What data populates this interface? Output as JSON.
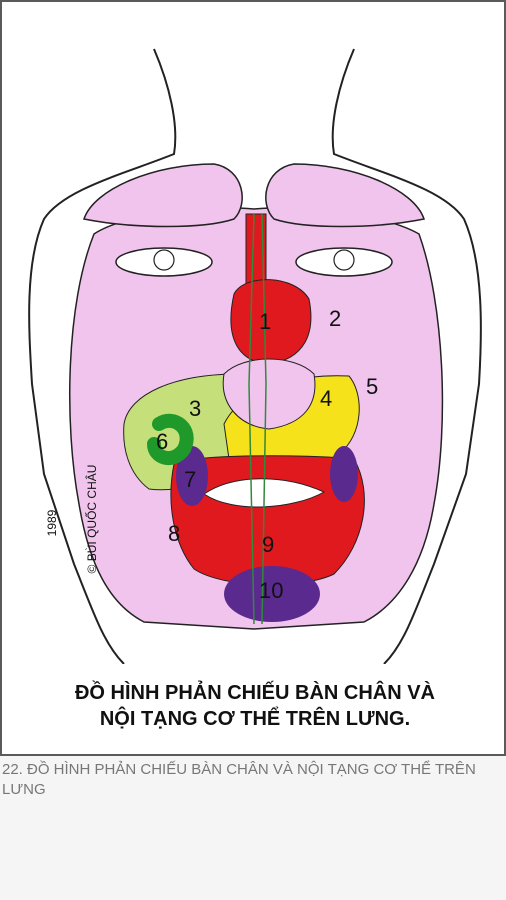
{
  "figure": {
    "title_line1": "ĐỒ HÌNH PHẢN CHIẾU BÀN CHÂN VÀ",
    "title_line2": "NỘI TẠNG CƠ THỂ TRÊN LƯNG.",
    "copyright": "© BÙI QUỐC CHÂU",
    "year": "1989",
    "labels": [
      "1",
      "2",
      "3",
      "4",
      "5",
      "6",
      "7",
      "8",
      "9",
      "10"
    ]
  },
  "caption": "22. ĐỒ HÌNH PHẢN CHIẾU BÀN CHÂN VÀ NỘI TẠNG CƠ THỂ TRÊN LƯNG",
  "colors": {
    "pink": "#f1c4ee",
    "red": "#e0191f",
    "yellow": "#f5e21a",
    "light_green": "#c5df7a",
    "dark_green": "#1f9a2a",
    "purple": "#5b2a8f",
    "outline": "#222222",
    "green_line": "#2f8a3a"
  }
}
